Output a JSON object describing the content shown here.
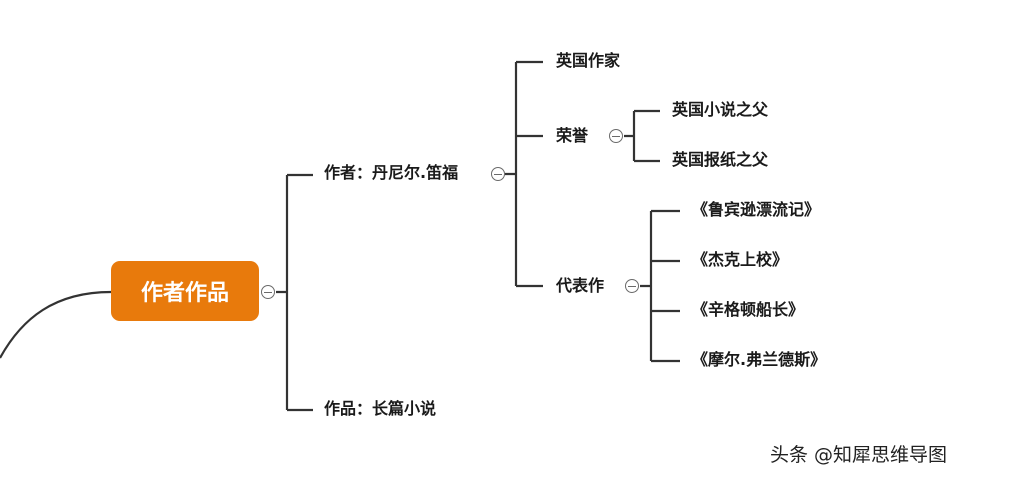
{
  "root": {
    "label": "作者作品"
  },
  "branches": {
    "author": {
      "label": "作者：丹尼尔.笛福"
    },
    "work": {
      "label": "作品：长篇小说"
    }
  },
  "author_children": {
    "nationality": {
      "label": "英国作家"
    },
    "honors": {
      "label": "荣誉",
      "items": [
        "英国小说之父",
        "英国报纸之父"
      ]
    },
    "representative": {
      "label": "代表作",
      "items": [
        "《鲁宾逊漂流记》",
        "《杰克上校》",
        "《辛格顿船长》",
        "《摩尔.弗兰德斯》"
      ]
    }
  },
  "watermark": "头条 @知犀思维导图",
  "colors": {
    "root_fill": "#e87a0c",
    "line": "#333333",
    "text": "#1a1a1a"
  }
}
